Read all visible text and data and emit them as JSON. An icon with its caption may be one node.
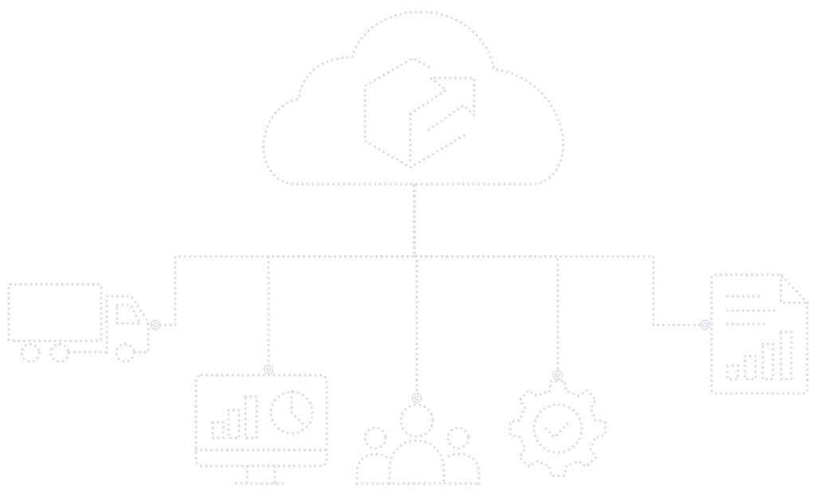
{
  "diagram": {
    "nodes": [
      {
        "text": [],
        "shape": "cloud"
      },
      {
        "text": [],
        "shape": "truck"
      },
      {
        "text": [],
        "shape": "monitor"
      },
      {
        "text": [],
        "shape": "people"
      },
      {
        "text": [],
        "shape": "gear"
      },
      {
        "text": [],
        "shape": "document"
      }
    ],
    "edges": [
      {
        "from": 0,
        "to": 1,
        "arrow": "other"
      },
      {
        "from": 0,
        "to": 2,
        "arrow": "other"
      },
      {
        "from": 0,
        "to": 3,
        "arrow": "other"
      },
      {
        "from": 0,
        "to": 4,
        "arrow": "other"
      },
      {
        "from": 0,
        "to": 5,
        "arrow": "other"
      }
    ]
  }
}
